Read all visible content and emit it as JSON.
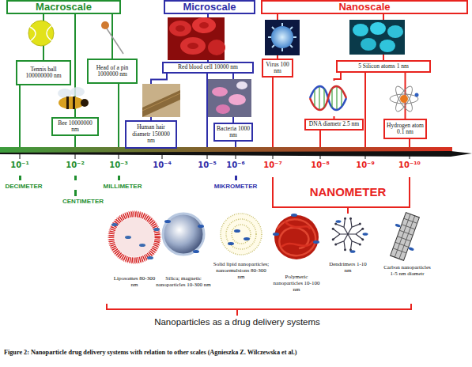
{
  "diagram": {
    "caption": "Figure 2: Nanoparticle drug delivery systems with relation to other scales (Agnieszka Z. Wilczewska et al.)",
    "nodes": [
      {
        "text": [
          "Macroscale"
        ]
      },
      {
        "text": [
          "Microscale"
        ]
      },
      {
        "text": [
          "Nanoscale"
        ]
      },
      {
        "text": [
          "Tennis ball 100000000 nm"
        ]
      },
      {
        "text": [
          "Head of a pin 1000000 nm"
        ]
      },
      {
        "text": [
          "Red blood cell 10000 nm"
        ]
      },
      {
        "text": [
          "Virus 100 nm"
        ]
      },
      {
        "text": [
          "5 Silicon atoms 1 nm"
        ]
      },
      {
        "text": [
          "Bee 10000000 nm"
        ]
      },
      {
        "text": [
          "Human hair diametr 150000 nm"
        ]
      },
      {
        "text": [
          "Bacteria 1000 nm"
        ]
      },
      {
        "text": [
          "DNA diametr 2.5 nm"
        ]
      },
      {
        "text": [
          "Hydrogen atom 0.1 nm"
        ]
      }
    ],
    "edges": [
      {
        "from": 0,
        "to": 3,
        "arrow": "none"
      },
      {
        "from": 0,
        "to": 4,
        "arrow": "none"
      },
      {
        "from": 0,
        "to": 8,
        "arrow": "none"
      },
      {
        "from": 1,
        "to": 5,
        "arrow": "none"
      },
      {
        "from": 5,
        "to": 9,
        "arrow": "none"
      },
      {
        "from": 5,
        "to": 10,
        "arrow": "none"
      },
      {
        "from": 2,
        "to": 6,
        "arrow": "none"
      },
      {
        "from": 2,
        "to": 7,
        "arrow": "none"
      },
      {
        "from": 7,
        "to": 11,
        "arrow": "none"
      },
      {
        "from": 7,
        "to": 12,
        "arrow": "none"
      }
    ],
    "labels": [
      "10⁻¹",
      "10⁻²",
      "10⁻³",
      "10⁻⁴",
      "10⁻⁵",
      "10⁻⁶",
      "10⁻⁷",
      "10⁻⁸",
      "10⁻⁹",
      "10⁻¹⁰",
      "DECIMETER",
      "MILLIMETER",
      "MIKROMETER",
      "NANOMETER",
      "CENTIMETER",
      "Liposomes 80-300 nm",
      "Silica; magnetic nanoparticles 10-300 nm",
      "Solid lipid nanoparticles; nanoemulsions 80-300 nm",
      "Polymeric nanoparticles 10-100 nm",
      "Dendrimers 1-10 nm",
      "Carbon nanoparticles 1-5 nm diametr",
      "Nanoparticles as a drug delivery systems"
    ]
  }
}
